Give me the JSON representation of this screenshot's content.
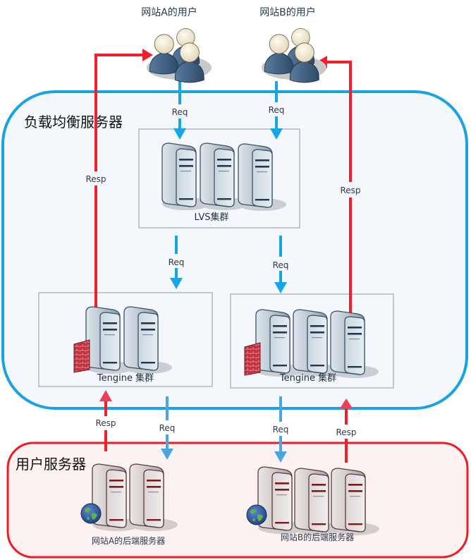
{
  "colors": {
    "request": "#16a6e6",
    "request_bottom": "#4aa6e0",
    "response": "#f41d2e",
    "lb_border": "#1aa3e2",
    "lb_fill": "#f4f8fd",
    "user_server_border": "#ef1b23",
    "user_server_fill": "#fdf2f2",
    "group_border": "#8e979e"
  },
  "users": {
    "site_a": {
      "label": "网站A的用户",
      "icon": "user-group-icon"
    },
    "site_b": {
      "label": "网站B的用户",
      "icon": "user-group-icon"
    }
  },
  "load_balancer": {
    "title": "负载均衡服务器",
    "lvs_cluster": {
      "label": "LVS集群",
      "server_count": 3,
      "icon": "server-icon"
    },
    "tengine_a": {
      "label": "Tengine 集群",
      "server_count": 2,
      "icon": "server-firewall-icon"
    },
    "tengine_b": {
      "label": "Tengine 集群",
      "server_count": 3,
      "icon": "server-firewall-icon"
    }
  },
  "user_servers": {
    "title": "用户服务器",
    "backend_a": {
      "label": "网站A的后端服务器",
      "server_count": 2,
      "icon": "web-server-icon"
    },
    "backend_b": {
      "label": "网站B的后端服务器",
      "server_count": 3,
      "icon": "web-server-icon"
    }
  },
  "flows": {
    "req": "Req",
    "resp": "Resp"
  }
}
